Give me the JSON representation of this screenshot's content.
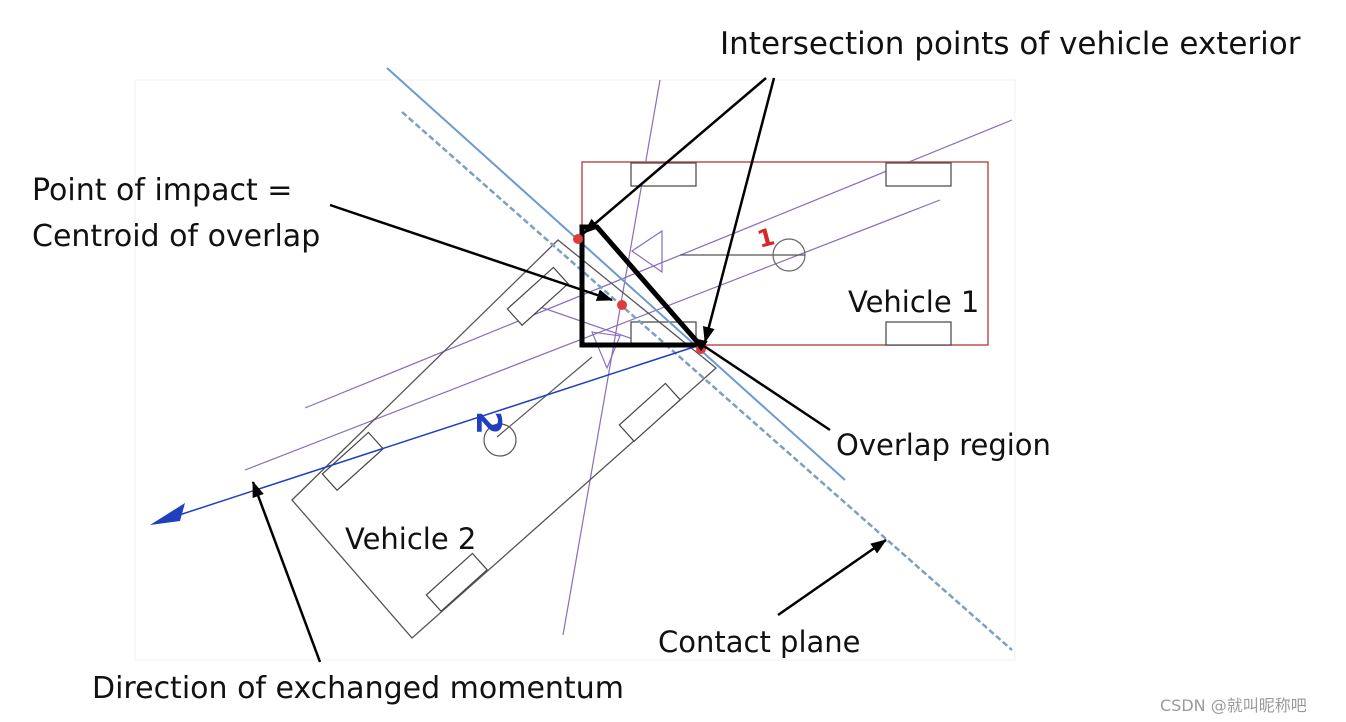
{
  "labels": {
    "intersection_points": "Intersection points of vehicle exterior",
    "point_of_impact_line1": "Point of impact =",
    "point_of_impact_line2": "Centroid of overlap",
    "vehicle1": "Vehicle 1",
    "vehicle2": "Vehicle 2",
    "overlap_region": "Overlap region",
    "contact_plane": "Contact plane",
    "direction_momentum": "Direction of exchanged momentum",
    "vehicle1_marker": "1",
    "vehicle2_marker": "2"
  },
  "watermark": "CSDN @就叫昵称吧",
  "colors": {
    "vehicle1_outline": "#c0504d",
    "vehicle2_outline": "#555555",
    "contact_plane": "#6a9bd1",
    "contact_plane_dashed": "#7f9fbf",
    "momentum_arrow": "#1f3fbf",
    "construction_lines": "#8a6bbf",
    "overlap": "#000000",
    "points": "#e03a3a",
    "vehicle1_marker": "#d62828",
    "vehicle2_marker": "#1f3fbf"
  },
  "icons": {
    "impact_point": "red-dot",
    "vehicle_center": "circle-outline",
    "momentum_head": "triangle-arrowhead"
  }
}
